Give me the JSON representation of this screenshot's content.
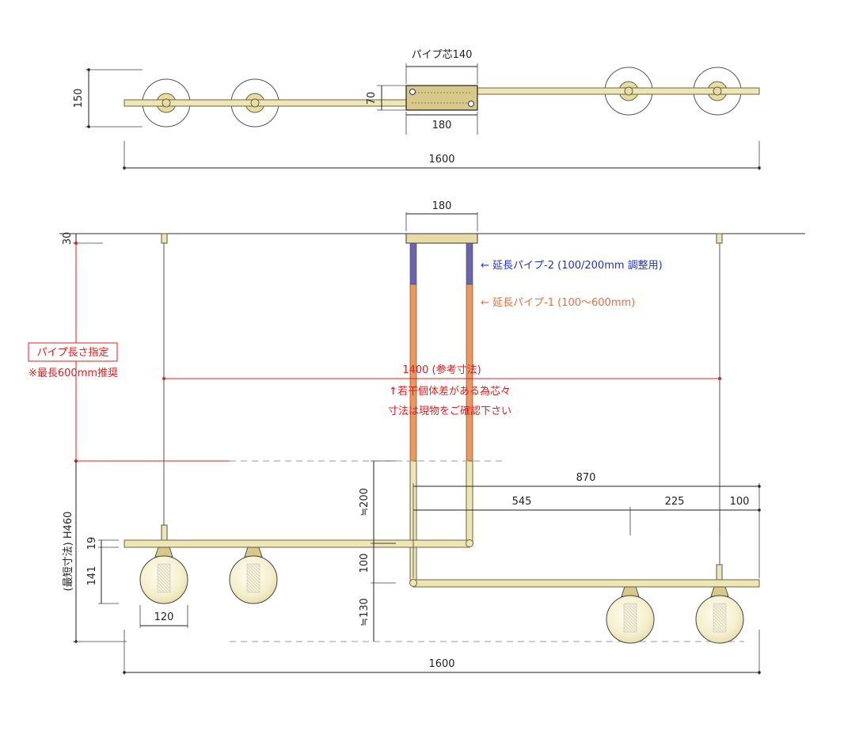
{
  "top_view": {
    "pipe_center_label": "パイプ芯140",
    "height_label": "150",
    "bracket_depth_label": "70",
    "canopy_width_label": "180",
    "total_width_label": "1600"
  },
  "front_view": {
    "canopy_width_label": "180",
    "ceiling_gap_label": "30",
    "extension_pipe_2_label": "← 延長パイプ-2 (100/200mm 調整用)",
    "extension_pipe_1_label": "← 延長パイプ-1 (100〜600mm)",
    "pipe_length_box_label": "パイプ長さ指定",
    "max_length_note": "※最長600mm推奨",
    "reference_dim_label": "1400 (参考寸法)",
    "note_line_1": "↑若干個体差がある為芯々",
    "note_line_2": "寸法は現物をご確認下さい",
    "min_height_label": "(最短寸法) H460",
    "dim_870": "870",
    "dim_545": "545",
    "dim_225": "225",
    "dim_100_right": "100",
    "dim_200": "≒200",
    "dim_100_mid": "100",
    "dim_130": "≒130",
    "dim_19": "19",
    "dim_141": "141",
    "globe_width_label": "120",
    "total_width_label": "1600"
  },
  "colors": {
    "pipe_brass": "#efe6b6",
    "canopy_brass": "#d8c98a",
    "extension_pipe_2": "#6c64b0",
    "extension_pipe_1": "#f0965a",
    "annotation_red": "#e02020",
    "annotation_blue": "#2233cc",
    "annotation_orange": "#e8703a"
  }
}
